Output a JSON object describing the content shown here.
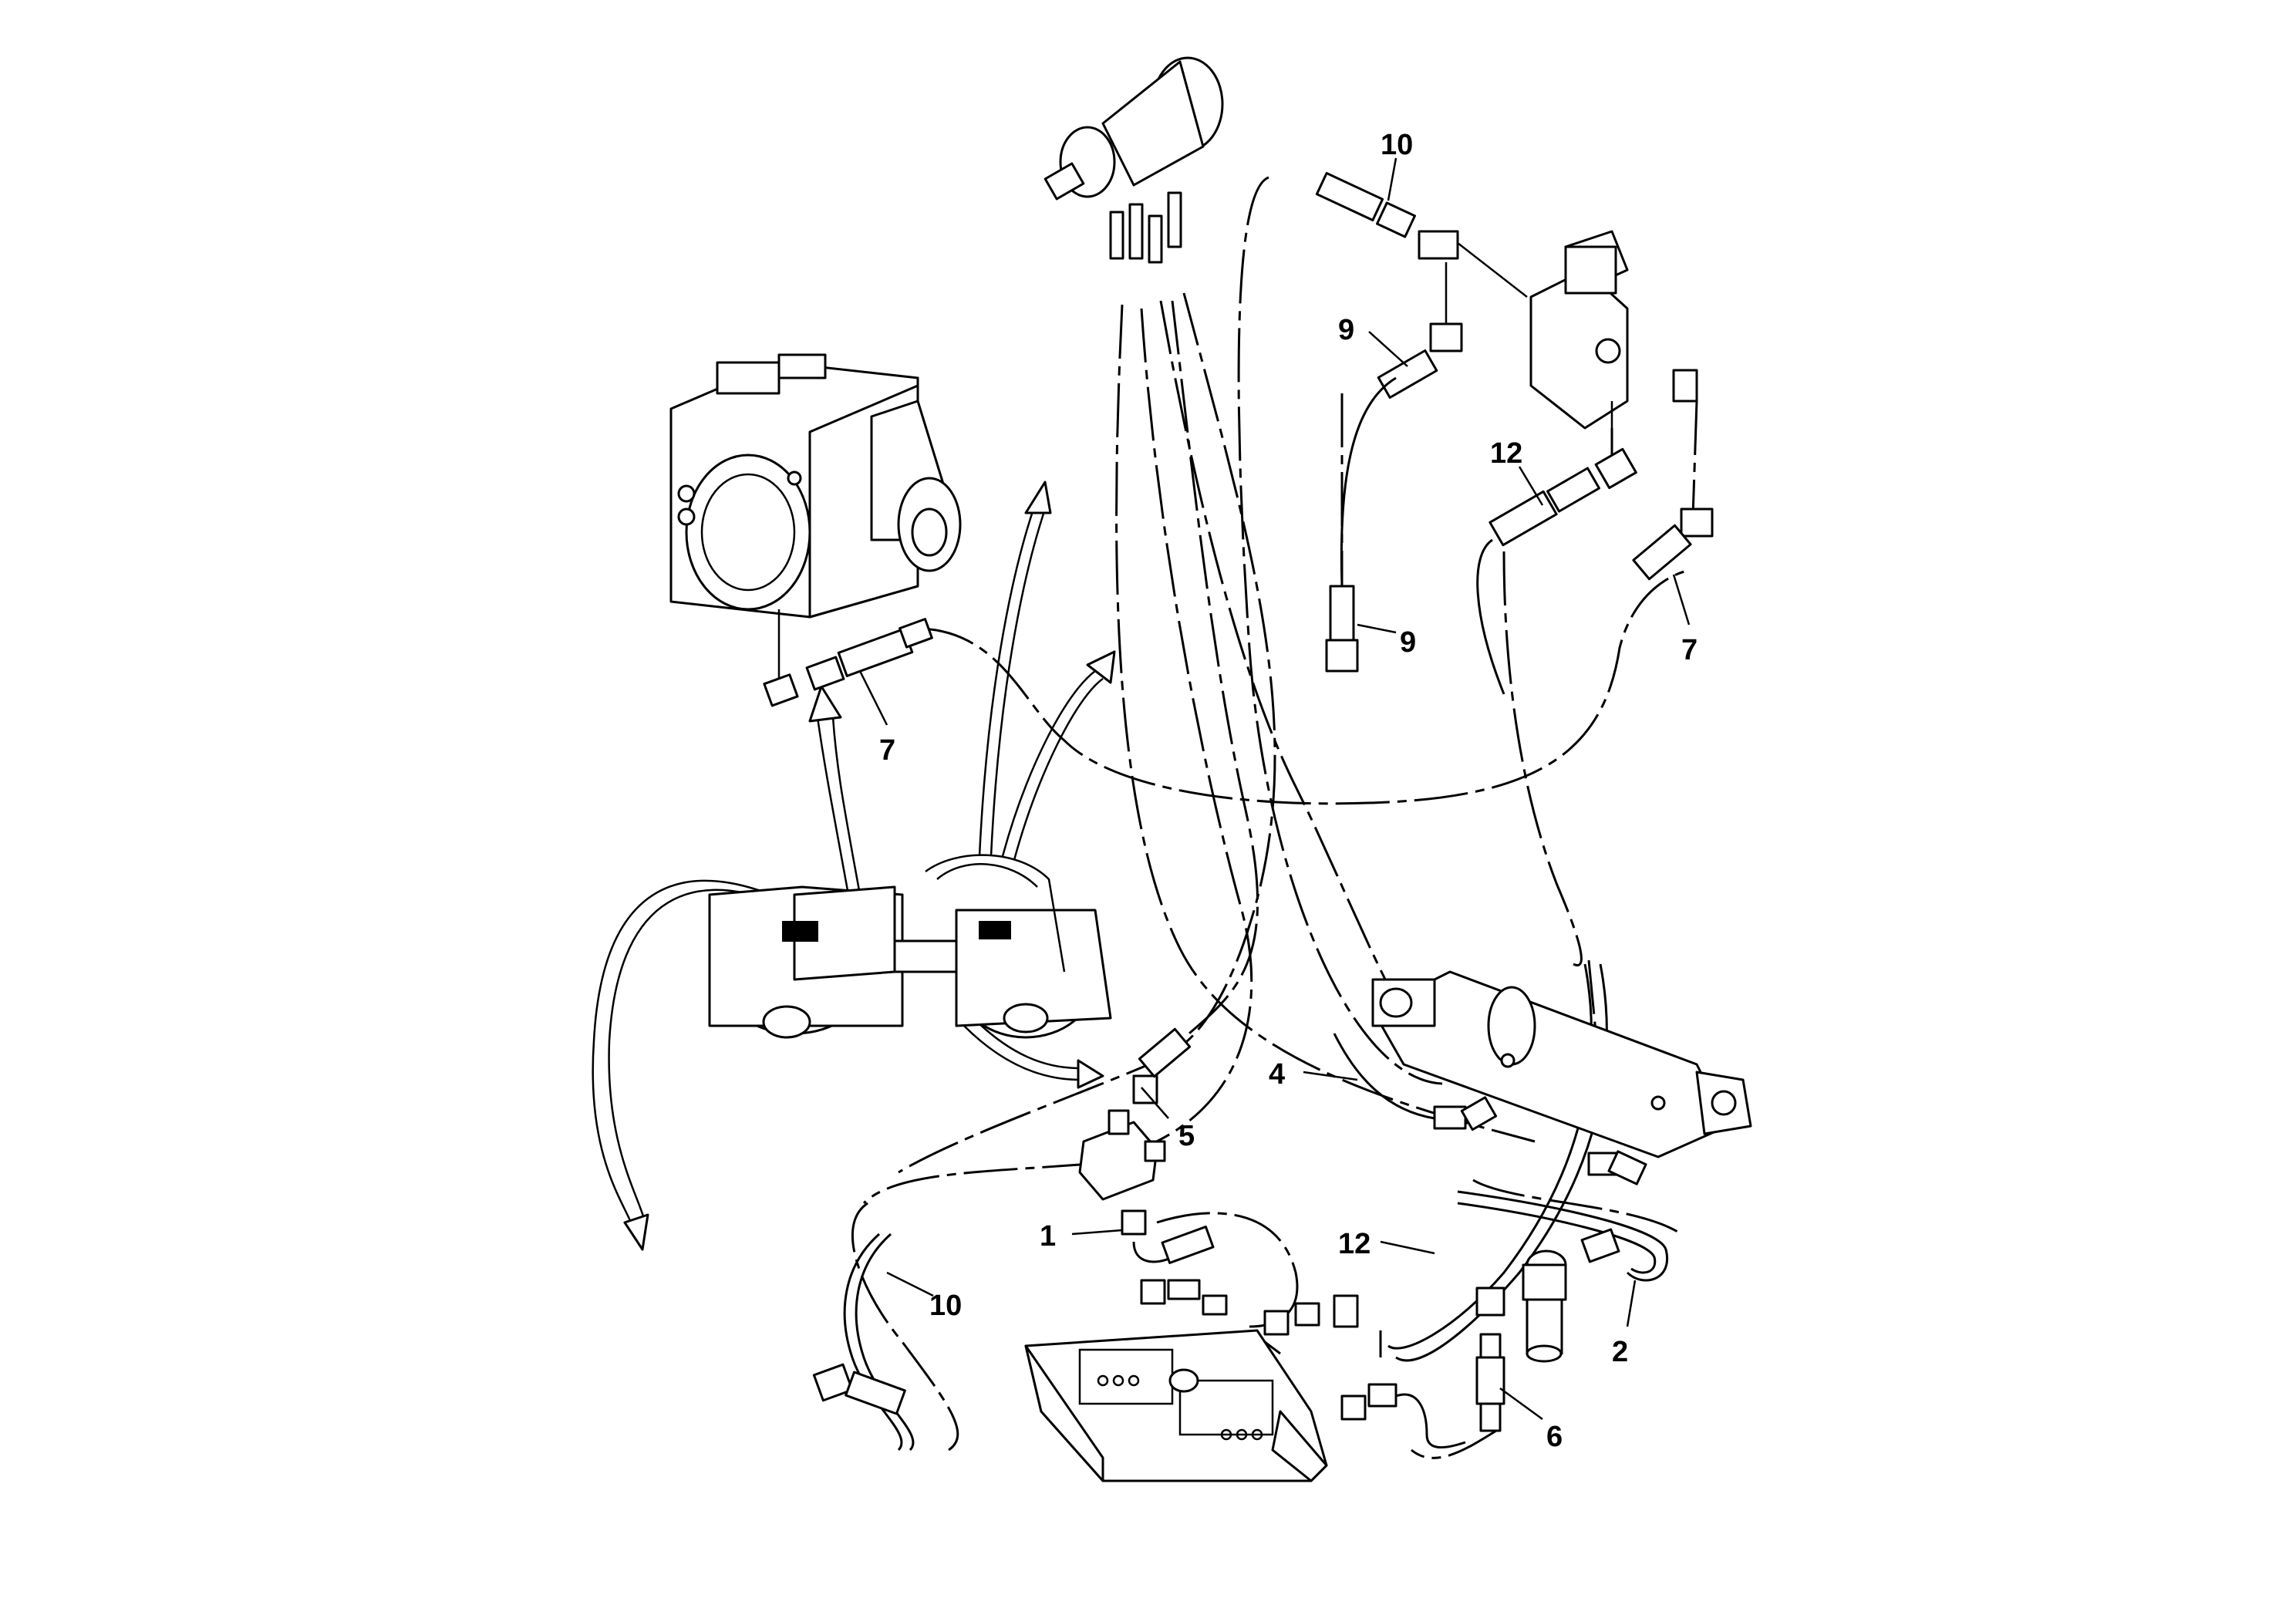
{
  "diagram": {
    "callouts": [
      {
        "id": "c10-top",
        "text": "10"
      },
      {
        "id": "c9-top",
        "text": "9"
      },
      {
        "id": "c12-top",
        "text": "12"
      },
      {
        "id": "c9-mid",
        "text": "9"
      },
      {
        "id": "c7-right",
        "text": "7"
      },
      {
        "id": "c7-left",
        "text": "7"
      },
      {
        "id": "c4",
        "text": "4"
      },
      {
        "id": "c5",
        "text": "5"
      },
      {
        "id": "c1",
        "text": "1"
      },
      {
        "id": "c12-bottom",
        "text": "12"
      },
      {
        "id": "c10-bottom",
        "text": "10"
      },
      {
        "id": "c2",
        "text": "2"
      },
      {
        "id": "c6",
        "text": "6"
      }
    ]
  }
}
